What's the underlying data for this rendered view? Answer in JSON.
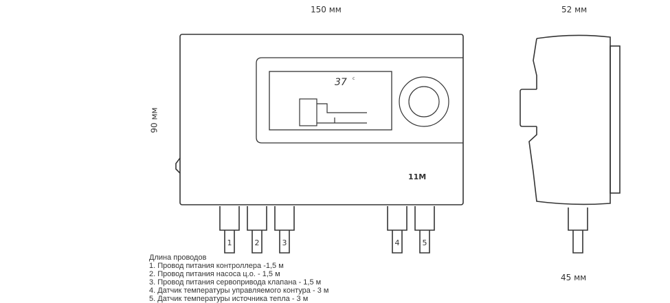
{
  "dimensions": {
    "front_width": "150 мм",
    "side_depth": "52 мм",
    "height": "90 мм",
    "side_base_depth": "45 мм"
  },
  "display": {
    "temperature": "37",
    "unit": "c"
  },
  "model_label": "11M",
  "cable_numbers": [
    "1",
    "2",
    "3",
    "4",
    "5"
  ],
  "legend": {
    "title": "Длина проводов",
    "items": [
      "1. Провод питания контроллера -1,5 м",
      "2. Провод питания насоса ц.о. - 1,5 м",
      "3. Провод питания сервопривода клапана - 1,5 м",
      "4. Датчик температуры управляемого контура - 3 м",
      "5. Датчик температуры источника тепла - 3 м"
    ]
  },
  "colors": {
    "line": "#333333"
  }
}
